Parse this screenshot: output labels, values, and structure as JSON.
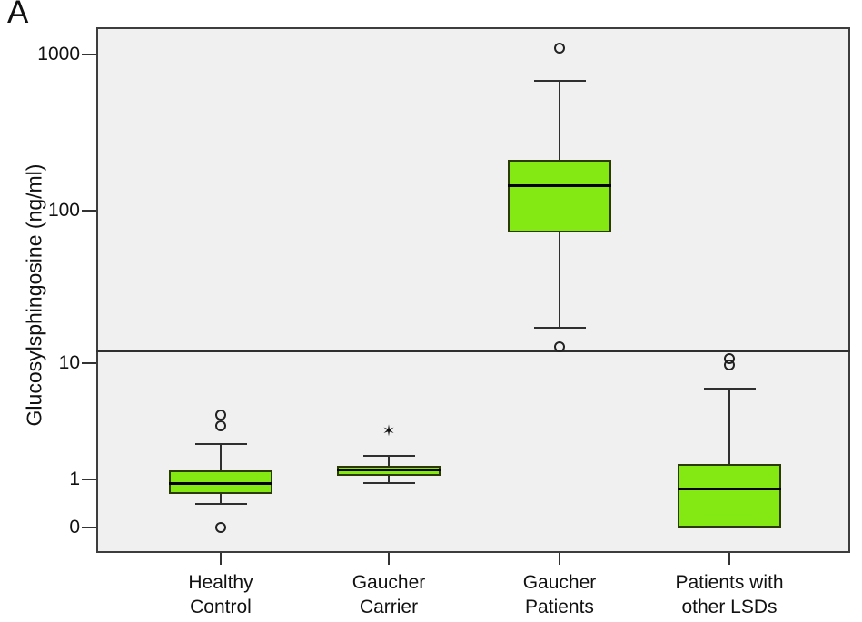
{
  "figure": {
    "panel_label": "A"
  },
  "colors": {
    "box_fill": "#84E812",
    "box_border": "#2B3A00",
    "line": "#333333",
    "median": "#000000",
    "panel_bg": "#F0F0F0",
    "page_bg": "#FFFFFF",
    "text": "#111111"
  },
  "chart_data": {
    "type": "box",
    "title": "",
    "ylabel": "Glucosylsphingosine (ng/ml)",
    "xlabel": "",
    "y_scale": "log above 1, compressed linear between 0 and 1, broken panel line near 12",
    "ylim": [
      0,
      1100
    ],
    "grid": "off",
    "legend": "none",
    "yticks": [
      {
        "value": 1000,
        "label": "1000"
      },
      {
        "value": 100,
        "label": "100"
      },
      {
        "value": 10,
        "label": "10"
      },
      {
        "value": 1,
        "label": "1"
      },
      {
        "value": 0,
        "label": "0"
      }
    ],
    "cutoff_line_value": 12,
    "categories": [
      "Healthy\nControl",
      "Gaucher\nCarrier",
      "Gaucher\nPatients",
      "Patients with\nother LSDs"
    ],
    "boxes": [
      {
        "category": "Healthy Control",
        "whisker_low": 0.5,
        "q1": 0.7,
        "median": 0.92,
        "q3": 1.2,
        "whisker_high": 2.0,
        "outliers": [
          {
            "value": 3.6,
            "symbol": "circle"
          },
          {
            "value": 2.9,
            "symbol": "circle"
          },
          {
            "value": 0,
            "symbol": "circle"
          }
        ]
      },
      {
        "category": "Gaucher Carrier",
        "whisker_low": 0.93,
        "q1": 1.07,
        "median": 1.2,
        "q3": 1.3,
        "whisker_high": 1.6,
        "outliers": [
          {
            "value": 2.6,
            "symbol": "star"
          }
        ]
      },
      {
        "category": "Gaucher Patients",
        "whisker_low": 17,
        "q1": 72,
        "median": 145,
        "q3": 212,
        "whisker_high": 680,
        "outliers": [
          {
            "value": 1100,
            "symbol": "circle"
          },
          {
            "value": 12.8,
            "symbol": "circle"
          }
        ]
      },
      {
        "category": "Patients with other LSDs",
        "whisker_low": 0,
        "q1": 0,
        "median": 0.81,
        "q3": 1.36,
        "whisker_high": 6,
        "outliers": [
          {
            "value": 10.7,
            "symbol": "circle"
          },
          {
            "value": 9.6,
            "symbol": "circle"
          }
        ]
      }
    ]
  }
}
